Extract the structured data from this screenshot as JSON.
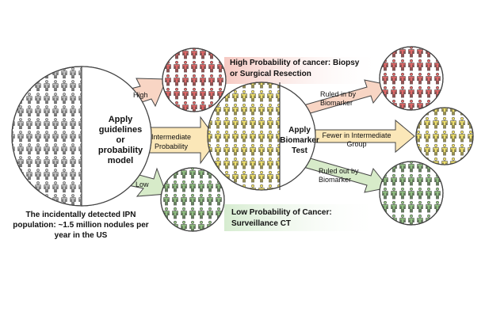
{
  "colors": {
    "gray_person": "#bdbdbd",
    "red_person": "#e06666",
    "yellow_person": "#efe06a",
    "green_person": "#8fbf7f",
    "arrow_high": "#f8d5c4",
    "arrow_intermediate": "#fbe7b8",
    "arrow_low": "#d7ebc9",
    "banner_high": "#f6c9c2",
    "banner_low": "#d6ecd0",
    "outline": "#444444"
  },
  "labels": {
    "population_caption": "The incidentally detected IPN population:  ~1.5 million nodules per year in the US",
    "apply_guidelines": "Apply guidelines or probability model",
    "high_arrow": "High",
    "intermediate_arrow": "Intermediate Probability",
    "low_arrow": "Low",
    "high_banner": "High Probability of cancer: Biopsy or Surgical Resection",
    "low_banner": "Low Probability of Cancer: Surveillance CT",
    "apply_biomarker": "Apply Biomarker Test",
    "ruled_in": "Ruled in by Biomarker",
    "fewer_intermediate": "Fewer in Intermediate Group",
    "ruled_out": "Ruled out by Biomarker"
  }
}
